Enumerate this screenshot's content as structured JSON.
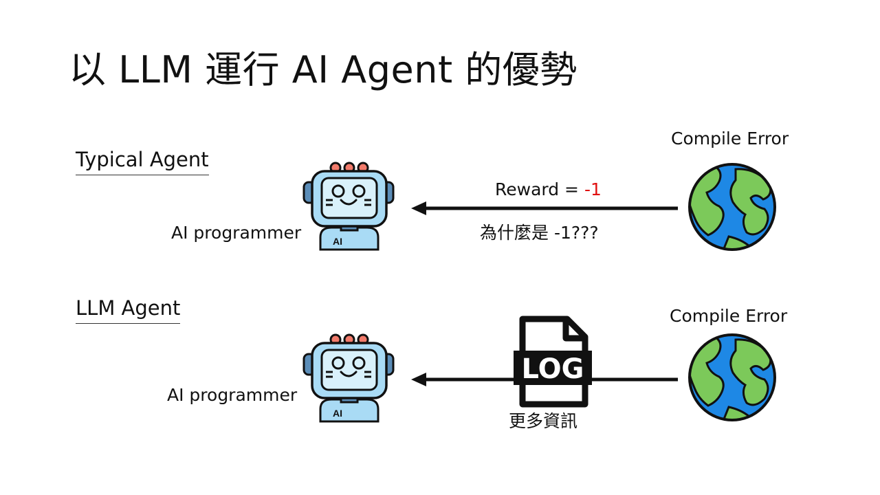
{
  "slide": {
    "title": "以 LLM 運行 AI Agent 的優勢"
  },
  "typical": {
    "section_label": "Typical Agent",
    "agent_label": "AI programmer",
    "robot_badge": "AI",
    "env_label": "Compile Error",
    "feedback_prefix": "Reward = ",
    "feedback_value": "-1",
    "question": "為什麼是 -1???"
  },
  "llm": {
    "section_label": "LLM Agent",
    "agent_label": "AI programmer",
    "robot_badge": "AI",
    "env_label": "Compile Error",
    "log_text": "LOG",
    "log_caption": "更多資訊"
  },
  "colors": {
    "robot_face": "#a9dbf5",
    "robot_screen": "#d9f1fb",
    "robot_antenna": "#f27b6b",
    "ocean": "#1e88e5",
    "land": "#7cc95a",
    "negative": "#e01010"
  },
  "icons": [
    "robot-icon",
    "globe-icon",
    "log-file-icon",
    "arrow-left-icon"
  ]
}
